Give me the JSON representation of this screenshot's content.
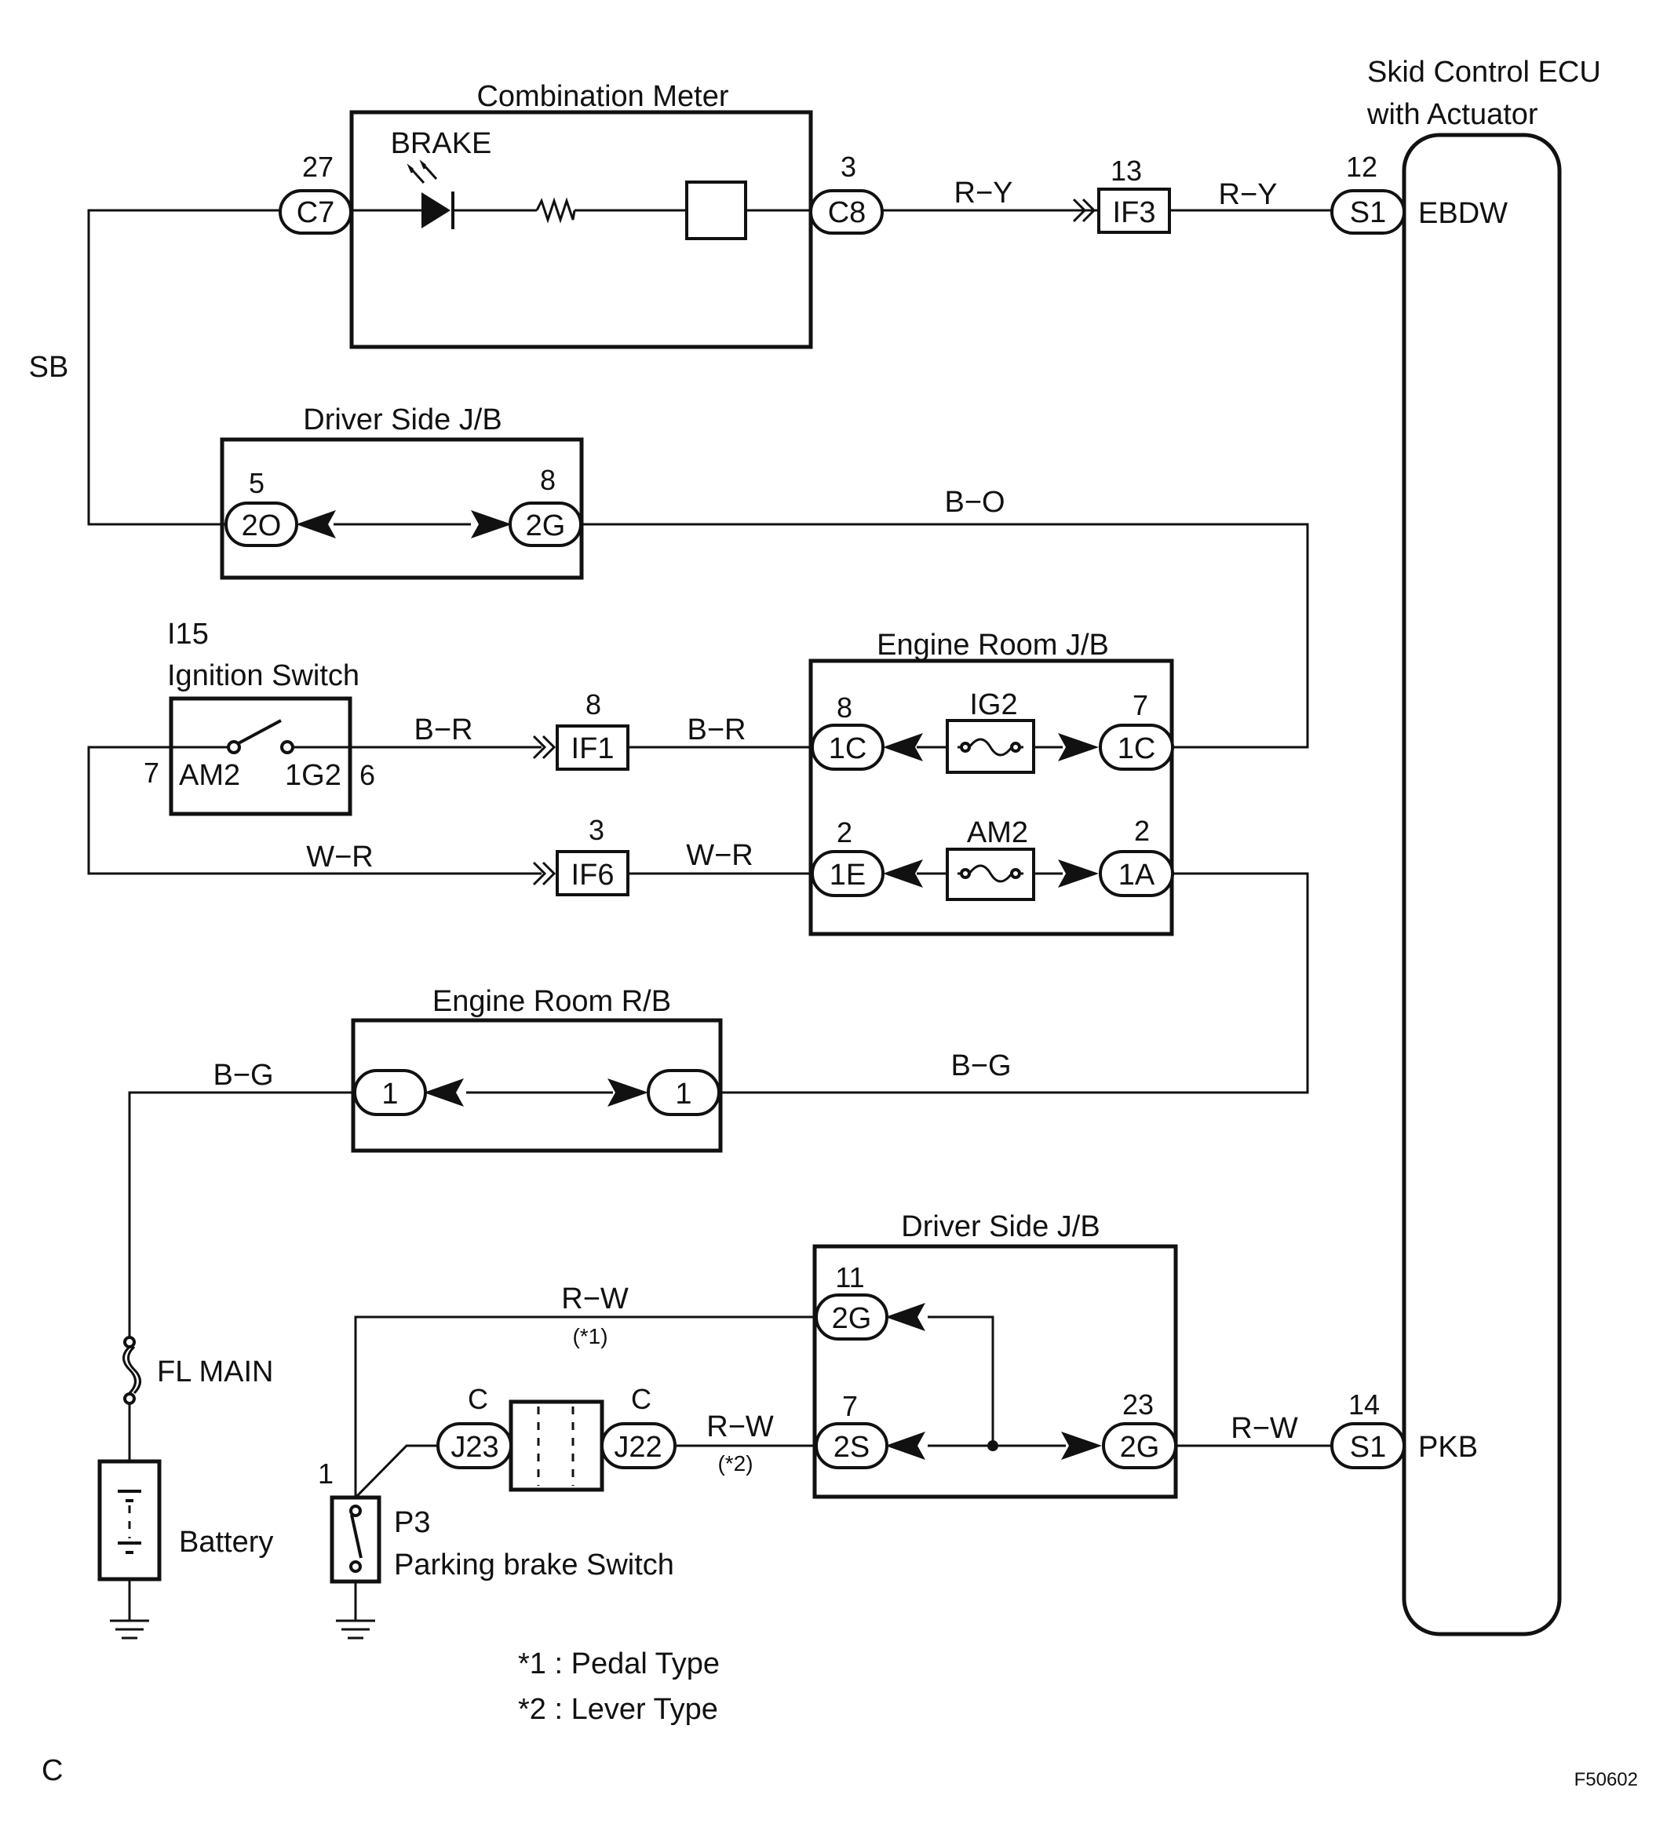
{
  "components": {
    "ecu": {
      "title_line1": "Skid Control ECU",
      "title_line2": "with Actuator",
      "terminal_top": "EBDW",
      "terminal_bottom": "PKB"
    },
    "combination_meter": {
      "title": "Combination Meter",
      "lamp_label": "BRAKE"
    },
    "driver_jb_top": {
      "title": "Driver Side J/B"
    },
    "ignition_switch": {
      "code": "I15",
      "title": "Ignition Switch",
      "term_left": "AM2",
      "term_right": "1G2"
    },
    "engine_room_jb": {
      "title": "Engine Room J/B",
      "fuse_top": "IG2",
      "fuse_bottom": "AM2"
    },
    "engine_room_rb": {
      "title": "Engine Room R/B"
    },
    "driver_jb_bottom": {
      "title": "Driver Side J/B"
    },
    "fl_main": {
      "label": "FL MAIN"
    },
    "battery": {
      "label": "Battery"
    },
    "parking_switch": {
      "code": "P3",
      "title": "Parking brake Switch"
    }
  },
  "connectors": {
    "c7": {
      "name": "C7",
      "pin": "27"
    },
    "c8": {
      "name": "C8",
      "pin": "3"
    },
    "if3": {
      "name": "IF3",
      "pin": "13"
    },
    "s1_top": {
      "name": "S1",
      "pin": "12"
    },
    "jb2o": {
      "name": "2O",
      "pin": "5"
    },
    "jb2g_top": {
      "name": "2G",
      "pin": "8"
    },
    "if1": {
      "name": "IF1",
      "pin": "8"
    },
    "if6": {
      "name": "IF6",
      "pin": "3"
    },
    "er1c_left": {
      "name": "1C",
      "pin": "8"
    },
    "er1c_right": {
      "name": "1C",
      "pin": "7"
    },
    "er1e": {
      "name": "1E",
      "pin": "2"
    },
    "er1a": {
      "name": "1A",
      "pin": "2"
    },
    "rb1_left": {
      "name": "1"
    },
    "rb1_right": {
      "name": "1"
    },
    "jb2g_b1": {
      "name": "2G",
      "pin": "11"
    },
    "jb2s": {
      "name": "2S",
      "pin": "7"
    },
    "jb2g_b2": {
      "name": "2G",
      "pin": "23"
    },
    "s1_bottom": {
      "name": "S1",
      "pin": "14"
    },
    "j23": {
      "name": "J23",
      "pin": "C"
    },
    "j22": {
      "name": "J22",
      "pin": "C"
    }
  },
  "pins": {
    "ign_left": "7",
    "ign_right": "6",
    "parking_switch": "1"
  },
  "wires": {
    "sb": "SB",
    "ry1": "R−Y",
    "ry2": "R−Y",
    "bo": "B−O",
    "br1": "B−R",
    "br2": "B−R",
    "wr1": "W−R",
    "wr2": "W−R",
    "bg1": "B−G",
    "bg2": "B−G",
    "rw1": "R−W",
    "rw1_note": "(*1)",
    "rw2": "R−W",
    "rw2_note": "(*2)",
    "rw3": "R−W"
  },
  "notes": {
    "note1": "*1 : Pedal Type",
    "note2": "*2 : Lever Type"
  },
  "footer": {
    "left": "C",
    "right": "F50602"
  }
}
